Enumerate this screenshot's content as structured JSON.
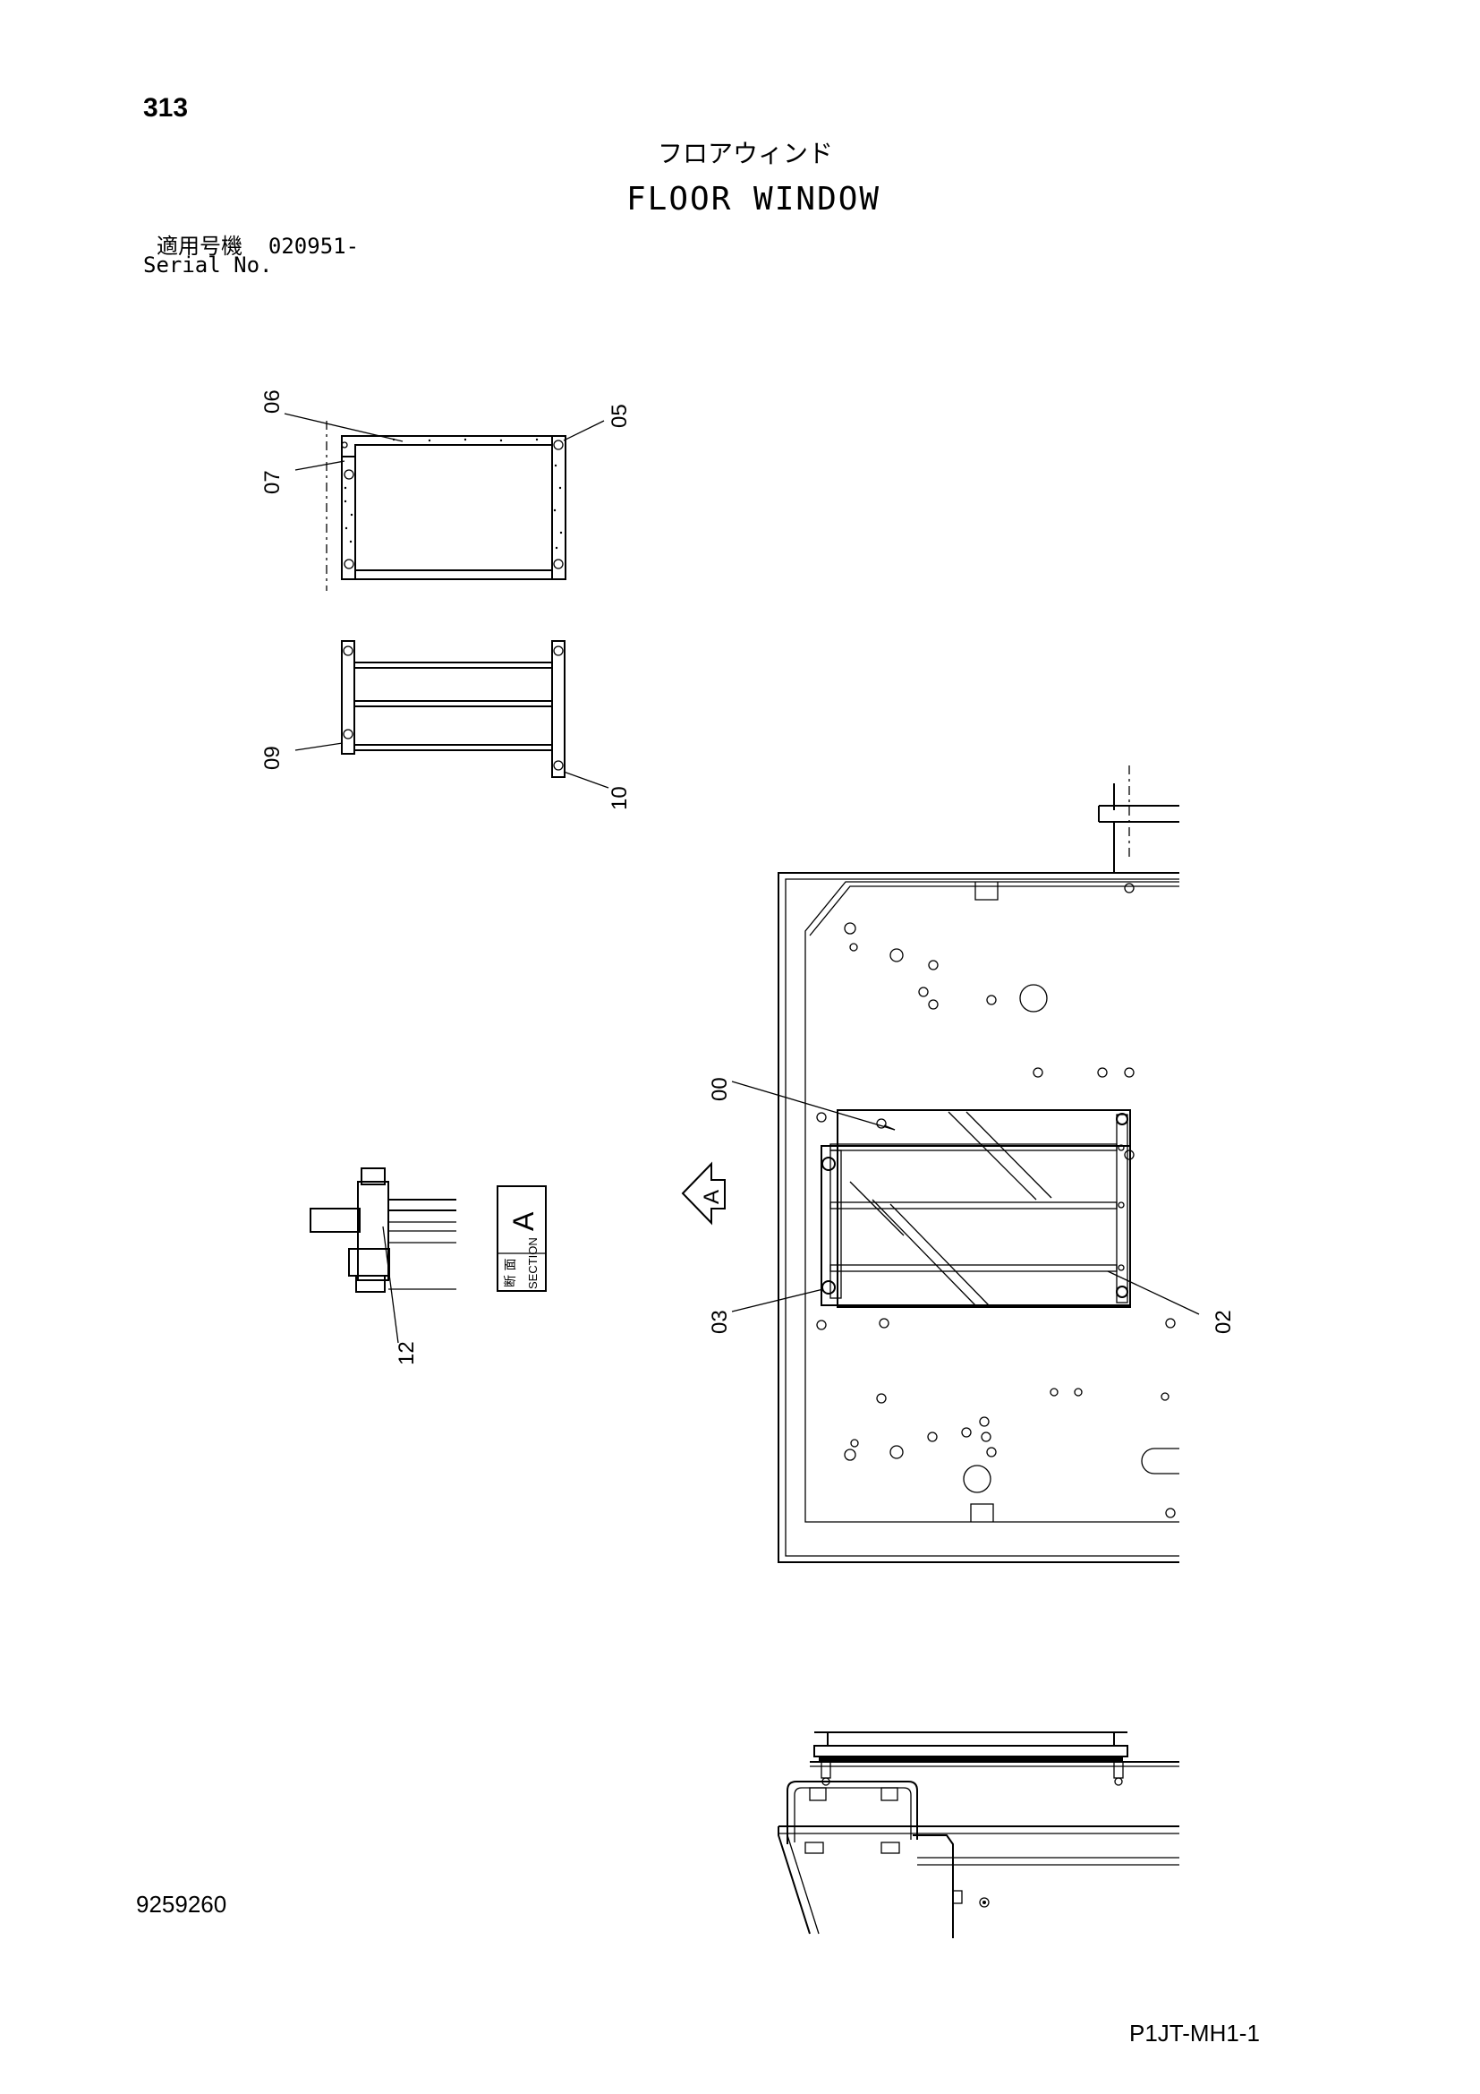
{
  "header": {
    "page_number": "313",
    "title_jp": "フロアウィンド",
    "title_en": "FLOOR WINDOW",
    "serial_label_jp": "適用号機",
    "serial_value": "020951-",
    "serial_label_en": "Serial No."
  },
  "callouts": {
    "c00": "00",
    "c02": "02",
    "c03": "03",
    "c05": "05",
    "c06": "06",
    "c07": "07",
    "c09": "09",
    "c10": "10",
    "c12": "12"
  },
  "section_label": {
    "letter": "A",
    "jp": "断 面",
    "en": "SECTION"
  },
  "view_arrow_letter": "A",
  "footer": {
    "drawing_number": "9259260",
    "sheet_code": "P1JT-MH1-1"
  }
}
